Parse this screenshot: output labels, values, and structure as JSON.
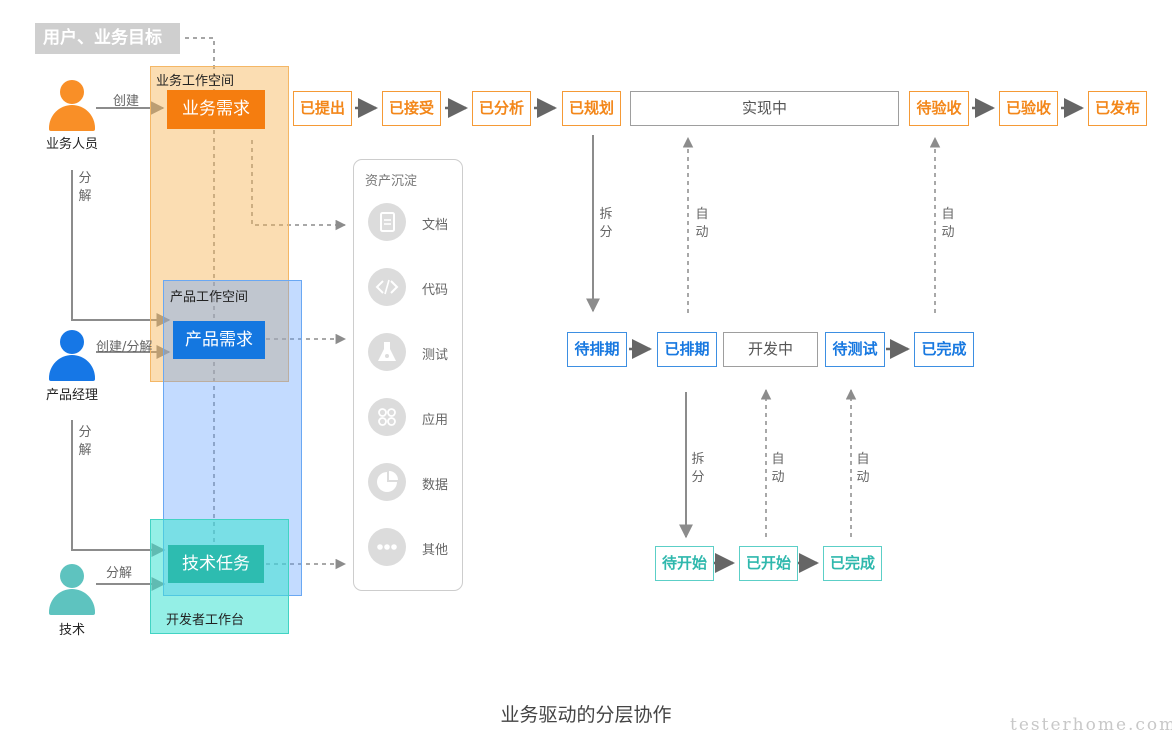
{
  "diagram": {
    "goal_label": "用户、业务目标",
    "workspaces": {
      "business": "业务工作空间",
      "product": "产品工作空间",
      "developer": "开发者工作台"
    },
    "requirements": {
      "business": "业务需求",
      "product": "产品需求",
      "tech": "技术任务"
    },
    "people": {
      "business": "业务人员",
      "product": "产品经理",
      "tech": "技术"
    },
    "edge_labels": {
      "create": "创建",
      "create_split": "创建/分解",
      "split": "分解",
      "split_vertical_1": "分解",
      "split_vertical_2": "分解",
      "chai_fen": "拆分",
      "auto": "自动"
    },
    "assets": {
      "title": "资产沉淀",
      "items": [
        {
          "label": "文档",
          "icon": "document-icon"
        },
        {
          "label": "代码",
          "icon": "code-icon"
        },
        {
          "label": "测试",
          "icon": "flask-icon"
        },
        {
          "label": "应用",
          "icon": "apps-icon"
        },
        {
          "label": "数据",
          "icon": "pie-chart-icon"
        },
        {
          "label": "其他",
          "icon": "more-icon"
        }
      ]
    },
    "business_states": [
      "已提出",
      "已接受",
      "已分析",
      "已规划",
      "实现中",
      "待验收",
      "已验收",
      "已发布"
    ],
    "product_states": [
      "待排期",
      "已排期",
      "开发中",
      "待测试",
      "已完成"
    ],
    "tech_states": [
      "待开始",
      "已开始",
      "已完成"
    ],
    "caption": "业务驱动的分层协作",
    "watermark": "testerhome.com",
    "colors": {
      "orange": "#f57d0f",
      "blue": "#1477e0",
      "teal": "#2dbcb0",
      "gray_line": "#8c8c8c"
    }
  }
}
